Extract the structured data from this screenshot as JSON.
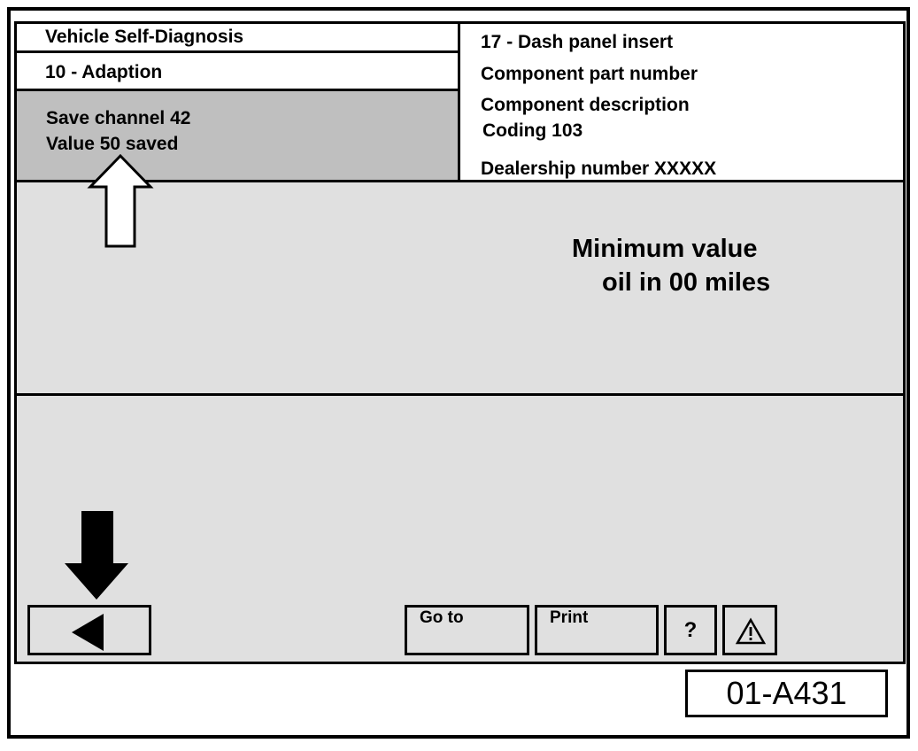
{
  "header": {
    "function_title": "Vehicle Self-Diagnosis",
    "function_sub": "10 - Adaption",
    "status_line1": "Save channel 42",
    "status_line2": "Value 50 saved"
  },
  "control_module": {
    "address": "17 - Dash panel insert",
    "part_number": "Component part number",
    "description": "Component description",
    "coding": "Coding 103",
    "dealer": "Dealership number XXXXX"
  },
  "message": {
    "line1": "Minimum value",
    "line2": "oil in 00 miles"
  },
  "buttons": {
    "goto": "Go to",
    "print": "Print",
    "help": "?"
  },
  "icons": {
    "back": "back-triangle-icon",
    "warning": "warning-triangle-icon",
    "up_arrow": "up-arrow-icon",
    "down_arrow": "down-arrow-icon"
  },
  "figure_label": "01-A431"
}
